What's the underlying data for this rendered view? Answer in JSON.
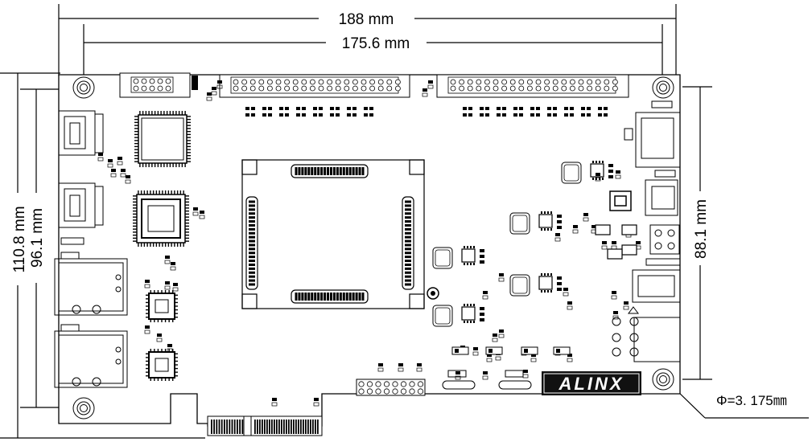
{
  "dimensions": {
    "overall_width": "188 mm",
    "board_width": "175.6 mm",
    "overall_height": "110.8 mm",
    "board_height": "96.1 mm",
    "hole_spacing_vertical": "88.1 mm",
    "hole_diameter": "Φ=3. 175㎜"
  },
  "brand": {
    "logo_text": "ALINX"
  },
  "colors": {
    "line": "#000000",
    "logo_bg": "#111111",
    "logo_text": "#ffffff",
    "pcb": "#ffffff"
  }
}
